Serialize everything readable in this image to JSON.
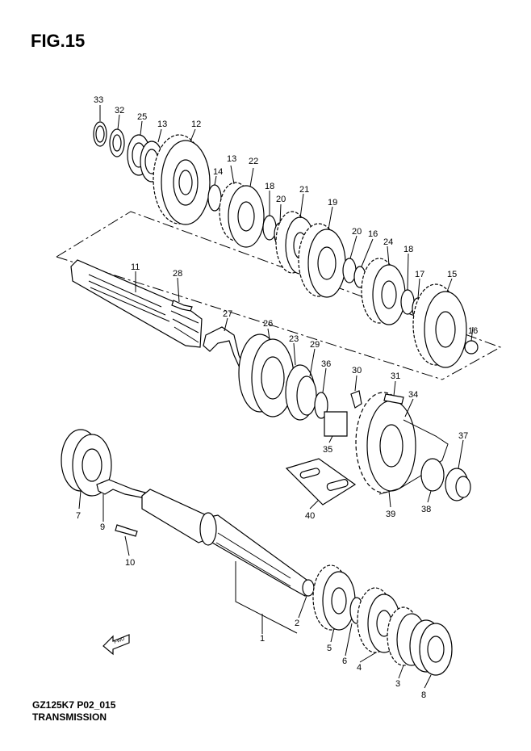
{
  "figure": {
    "title": "FIG.15",
    "code": "GZ125K7 P02_015",
    "name": "TRANSMISSION",
    "fwd_label": "FWD"
  },
  "callouts": [
    "1",
    "2",
    "3",
    "4",
    "5",
    "6",
    "7",
    "8",
    "9",
    "10",
    "11",
    "12",
    "13",
    "13",
    "14",
    "15",
    "16",
    "16",
    "17",
    "18",
    "18",
    "19",
    "20",
    "20",
    "21",
    "22",
    "23",
    "24",
    "25",
    "26",
    "27",
    "28",
    "29",
    "30",
    "31",
    "32",
    "33",
    "34",
    "35",
    "36",
    "37",
    "38",
    "39",
    "40"
  ]
}
